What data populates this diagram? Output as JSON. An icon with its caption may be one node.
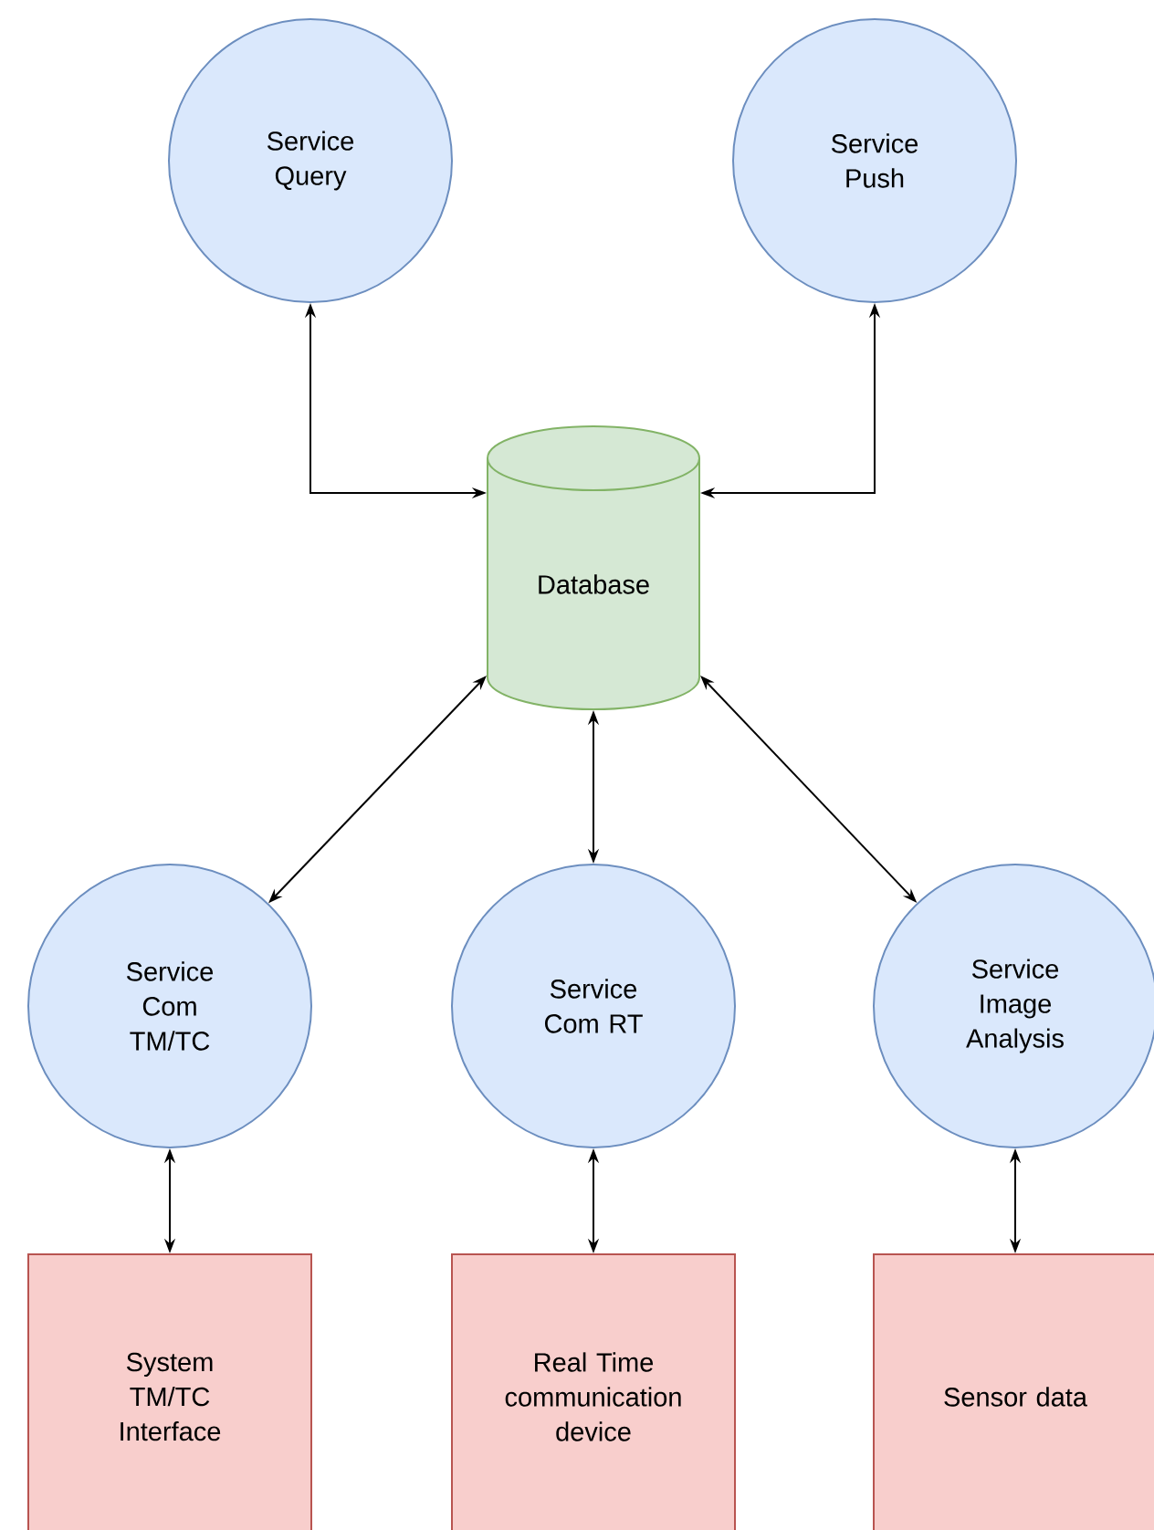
{
  "diagram": {
    "nodes": [
      {
        "text": [
          "Service Query"
        ]
      },
      {
        "text": [
          "Service Push"
        ]
      },
      {
        "text": [
          "Database"
        ]
      },
      {
        "text": [
          "Service Com TM/TC"
        ]
      },
      {
        "text": [
          "Service Com RT"
        ]
      },
      {
        "text": [
          "Service Image Analysis"
        ]
      },
      {
        "text": [
          "System TM/TC Interface"
        ]
      },
      {
        "text": [
          "Real Time communication device"
        ]
      },
      {
        "text": [
          "Sensor data"
        ]
      }
    ],
    "edges": [
      {
        "from": 0,
        "to": 2,
        "arrow": "both"
      },
      {
        "from": 1,
        "to": 2,
        "arrow": "both"
      },
      {
        "from": 2,
        "to": 3,
        "arrow": "both"
      },
      {
        "from": 2,
        "to": 4,
        "arrow": "both"
      },
      {
        "from": 2,
        "to": 5,
        "arrow": "both"
      },
      {
        "from": 3,
        "to": 6,
        "arrow": "both"
      },
      {
        "from": 4,
        "to": 7,
        "arrow": "both"
      },
      {
        "from": 5,
        "to": 8,
        "arrow": "both"
      }
    ]
  }
}
